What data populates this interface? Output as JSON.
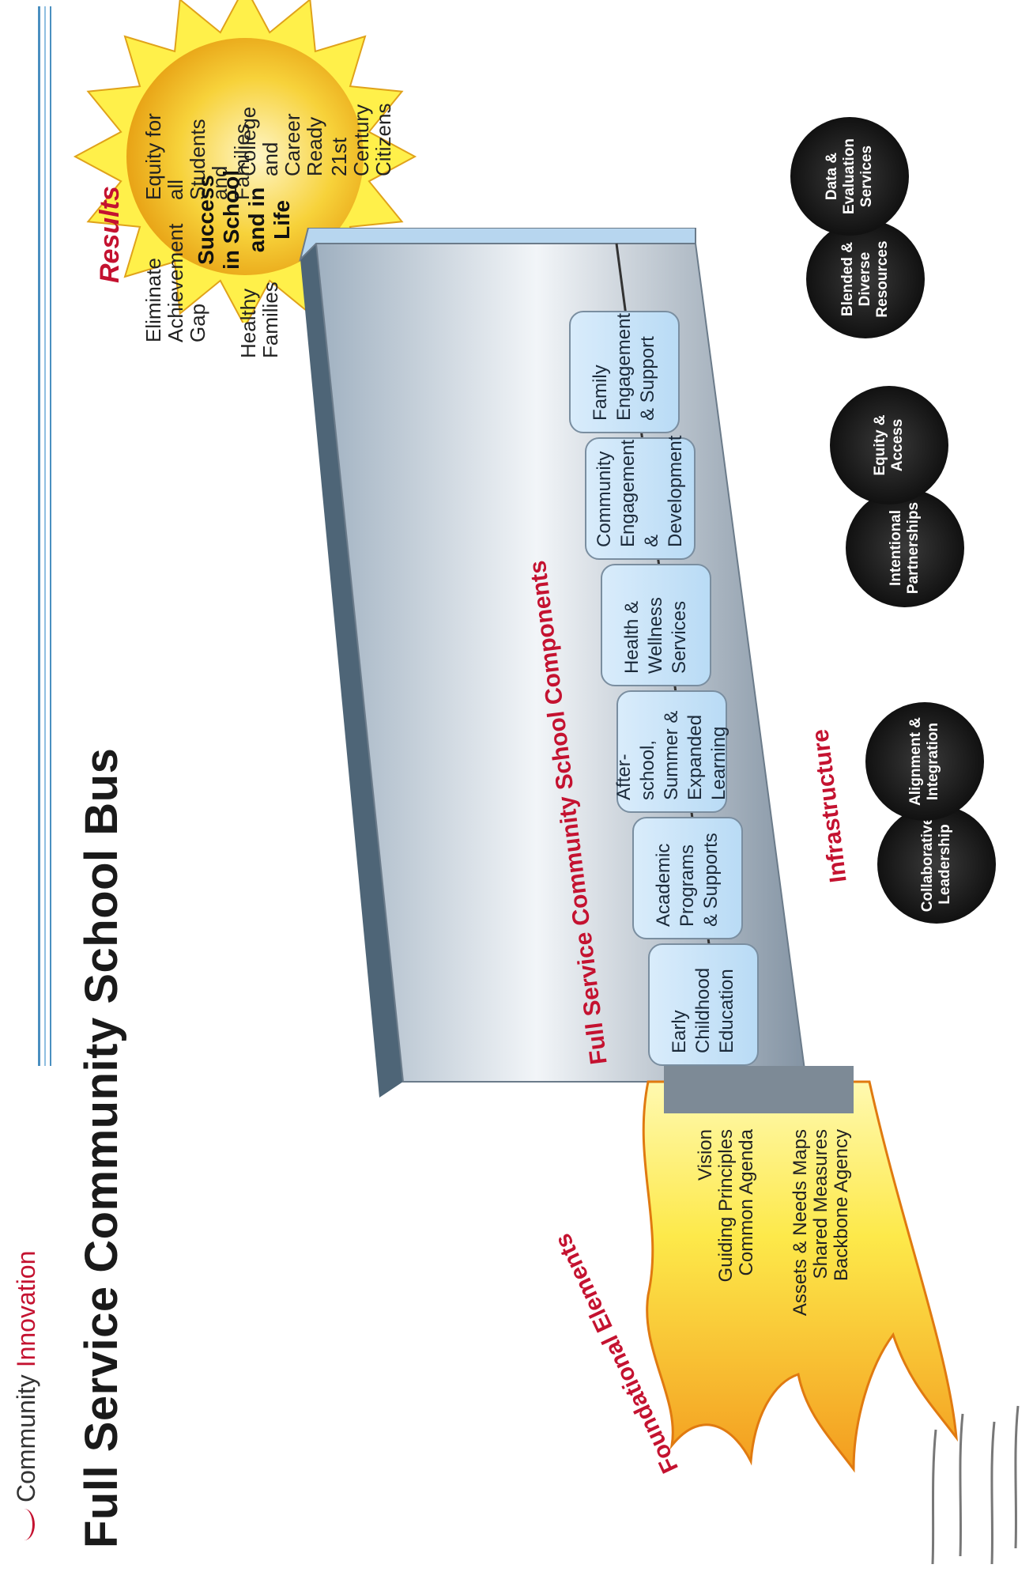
{
  "brand": {
    "prefix": "Community",
    "accent": "Innovation"
  },
  "title": "Full Service Community School Bus",
  "results": {
    "title": "Results",
    "items": [
      "Eliminate Achievement Gap",
      "Equity for all Students and Families",
      "Healthy Families",
      "College and Career Ready",
      "21st Century Citizens"
    ],
    "center": "Success in School and in Life"
  },
  "components": {
    "label": "Full Service Community School Components",
    "items": [
      "Early Childhood Education",
      "Academic Programs & Supports",
      "After-school, Summer & Expanded Learning",
      "Health & Wellness Services",
      "Community Engagement & Development",
      "Family Engagement & Support"
    ]
  },
  "infrastructure": {
    "label": "Infrastructure",
    "wheels": [
      "Collaborative Leadership",
      "Alignment & Integration",
      "Intentional Partnerships",
      "Equity & Access",
      "Blended & Diverse Resources",
      "Data & Evaluation Services"
    ]
  },
  "foundational": {
    "label": "Foundational Elements",
    "group1": [
      "Vision",
      "Guiding Principles",
      "Common Agenda"
    ],
    "group2": [
      "Assets & Needs Maps",
      "Shared Measures",
      "Backbone Agency"
    ]
  },
  "colors": {
    "accent": "#c41230",
    "rule": "#4a8fc0",
    "box": "#cfe6f9",
    "wheel": "#1a1a1a",
    "sun": "#f7d23a",
    "flame": "#f39c1f"
  }
}
